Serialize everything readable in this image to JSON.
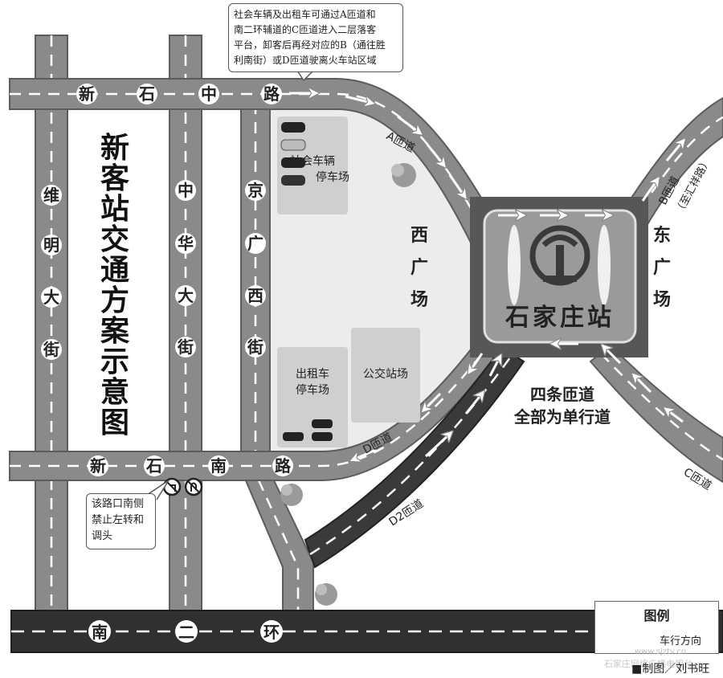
{
  "title": "新客站交通方案示意图",
  "roads": {
    "xinshi_zhong": [
      "新",
      "石",
      "中",
      "路"
    ],
    "xinshi_nan": [
      "新",
      "石",
      "南",
      "路"
    ],
    "weiming": [
      "维",
      "明",
      "大",
      "街"
    ],
    "zhonghua": [
      "中",
      "华",
      "大",
      "街"
    ],
    "jingguang_xi": [
      "京",
      "广",
      "西",
      "街"
    ],
    "nan_er_huan": [
      "南",
      "二",
      "环"
    ]
  },
  "ramps": {
    "a": "A匝道",
    "b": "B匝道",
    "b_sub": "（至汇祥路）",
    "c": "C匝道",
    "d": "D匝道",
    "d2": "D2匝道"
  },
  "areas": {
    "social_parking": [
      "社会车辆",
      "停车场"
    ],
    "taxi_parking": [
      "出租车",
      "停车场"
    ],
    "bus_station": "公交站场",
    "west_plaza": [
      "西",
      "广",
      "场"
    ],
    "east_plaza": [
      "东",
      "广",
      "场"
    ],
    "four_ramps": [
      "四条匝道",
      "全部为单行道"
    ]
  },
  "station": {
    "name": "石家庄站",
    "logo_icon": "railway-logo-icon"
  },
  "notes": {
    "top": [
      "社会车辆及出租车可通过A匝道和",
      "南二环辅道的C匝道进入二层落客",
      "平台，卸客后再经对应的B（通往胜",
      "利南街）或D匝道驶离火车站区域"
    ],
    "bottom": [
      "该路口南侧",
      "禁止左转和",
      "调头"
    ]
  },
  "legend": {
    "title": "图例",
    "item": "车行方向"
  },
  "credit": "■制图／刘书旺",
  "watermark": "石家庄网络广播电视台",
  "watermark_url": "www.sjztv.cn",
  "colors": {
    "road": "#8a8a8a",
    "road_edge": "#5c5c5c",
    "ring_road": "#303030",
    "plaza_bg": "#e6e6e6",
    "block": "#cfcfcf",
    "station_outer": "#575757",
    "station_inner": "#9a9a9a"
  }
}
